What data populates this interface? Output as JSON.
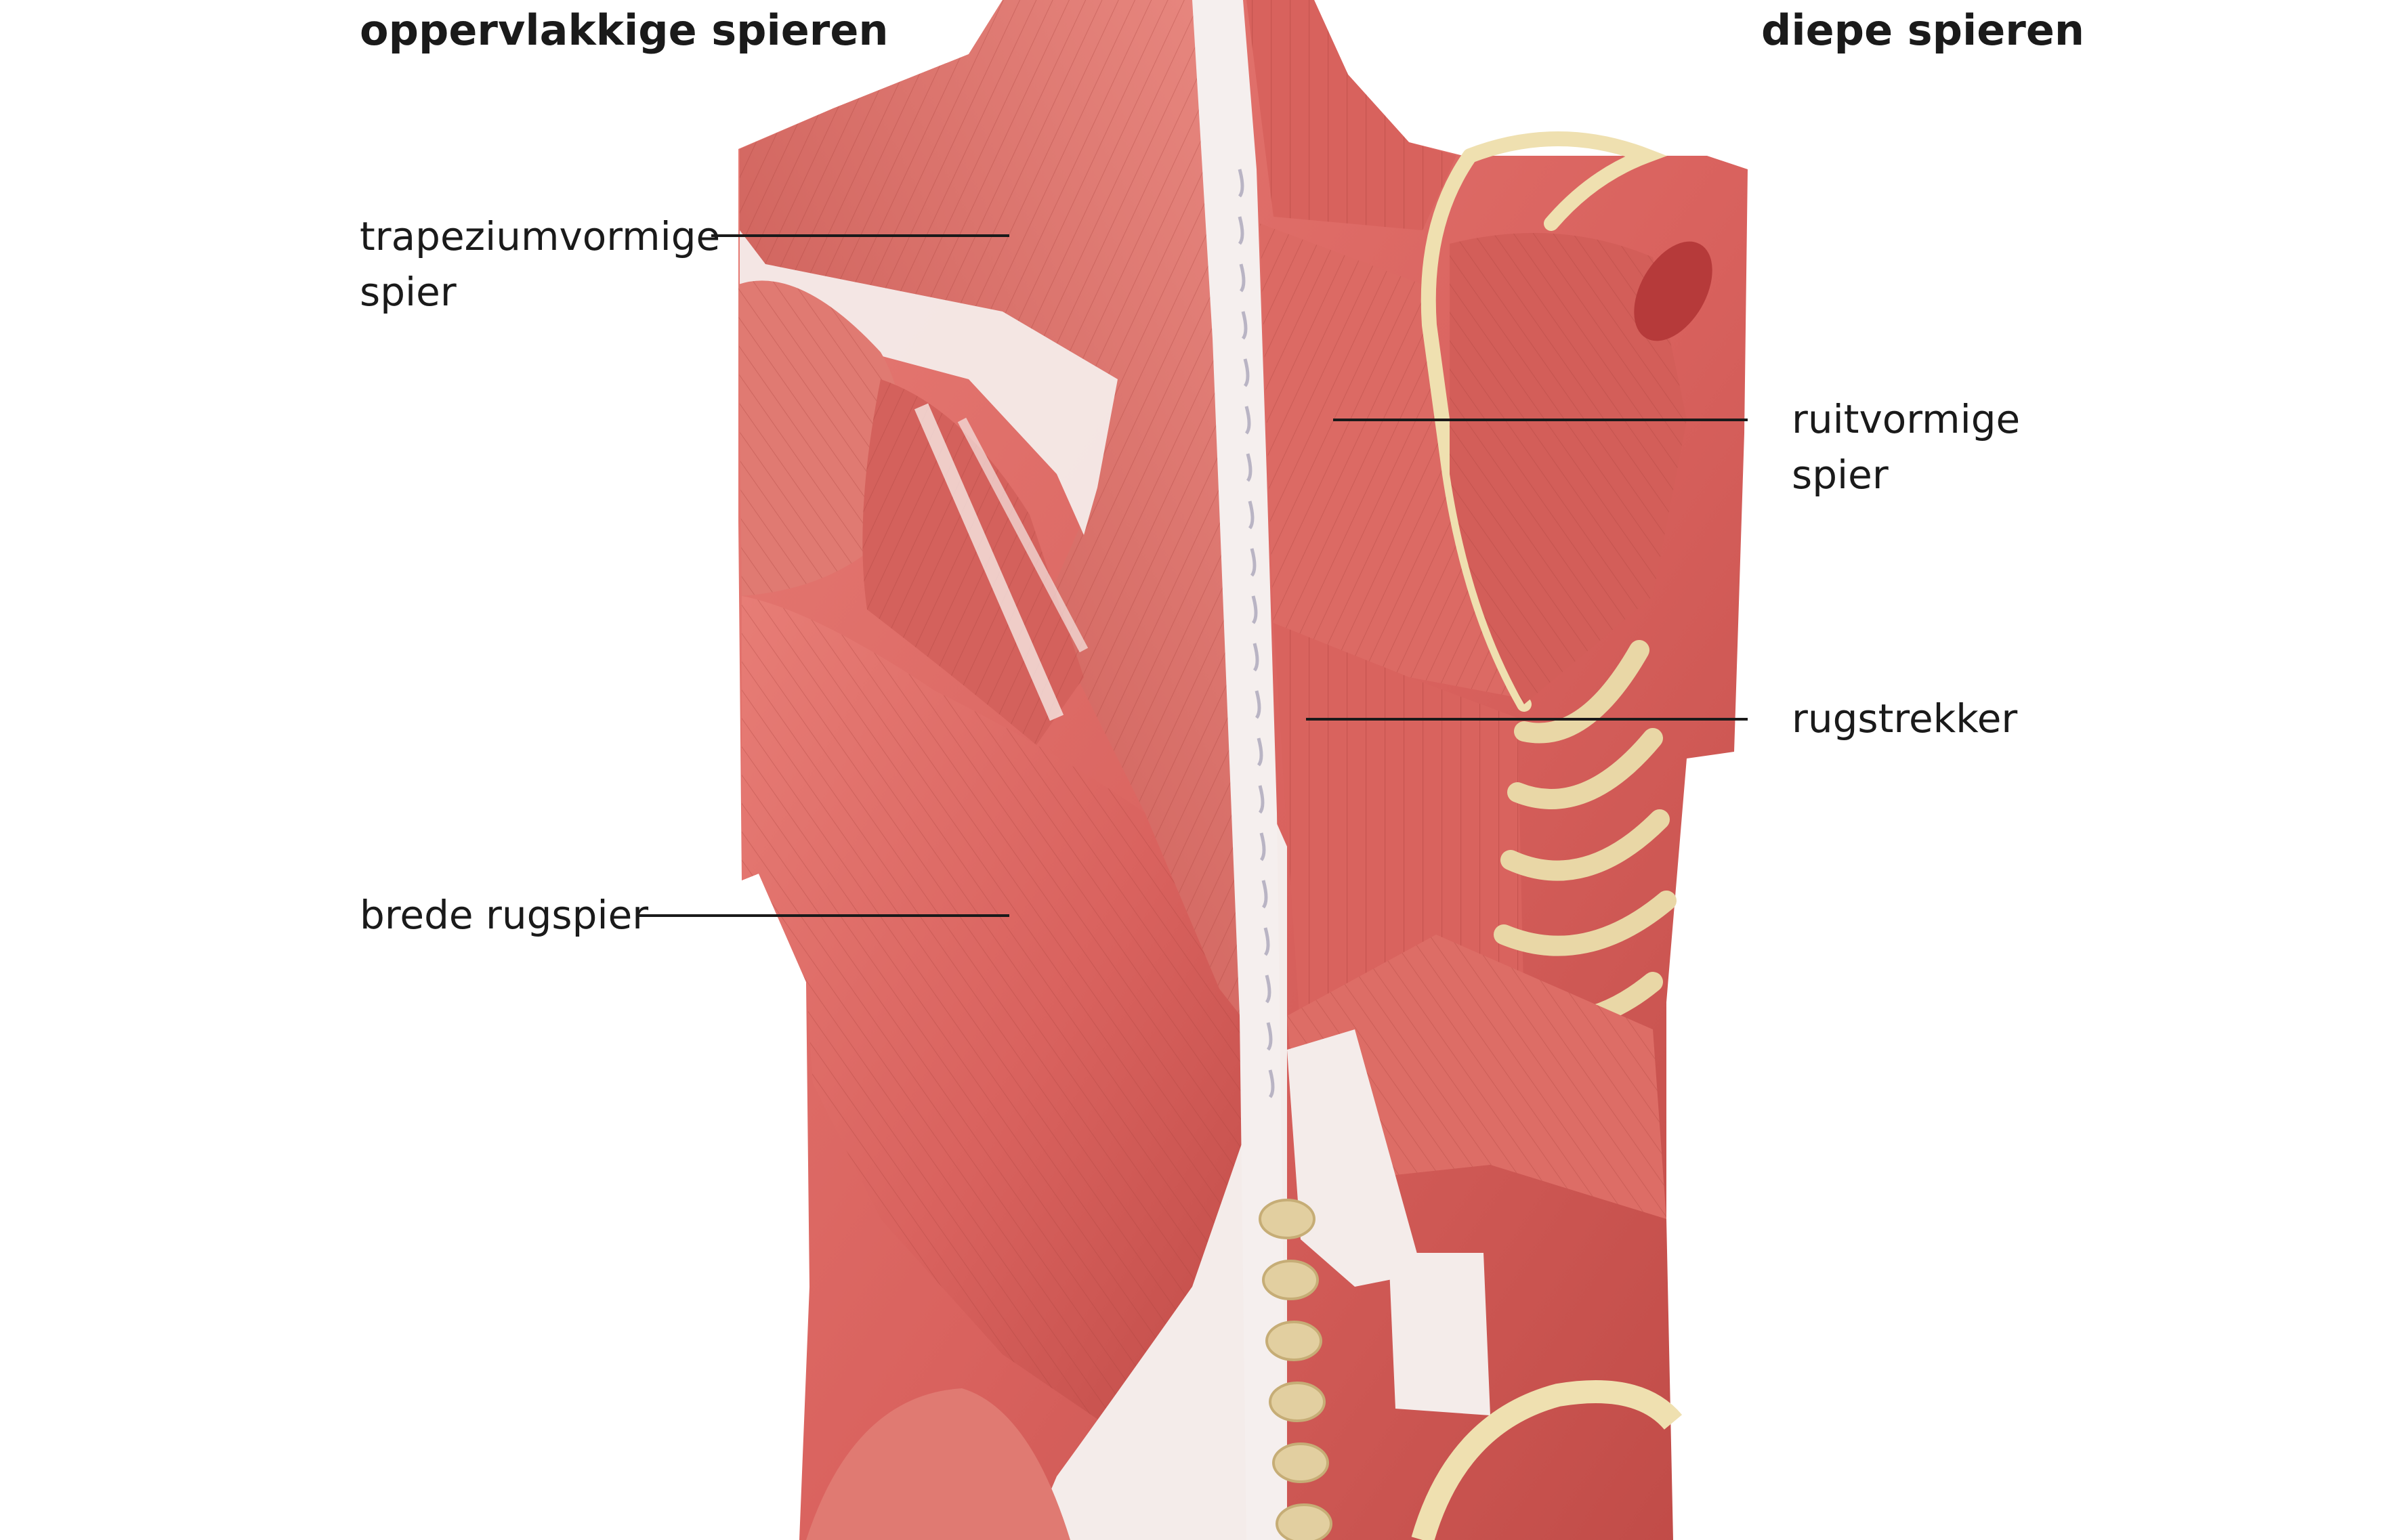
{
  "headings": {
    "superficial": "oppervlakkige spieren",
    "deep": "diepe spieren"
  },
  "labels": {
    "trapezius": {
      "line1": "trapeziumvormige",
      "line2": "spier"
    },
    "latissimus": {
      "line1": "brede rugspier"
    },
    "rhomboid": {
      "line1": "ruitvormige",
      "line2": "spier"
    },
    "erector": {
      "line1": "rugstrekker"
    }
  },
  "colors": {
    "muscle": "#d9625e",
    "muscle_dark": "#b8403e",
    "muscle_light": "#ec9a92",
    "tendon": "#f4ecea",
    "bone": "#e9d7a6",
    "leader": "#1a1a1a"
  }
}
